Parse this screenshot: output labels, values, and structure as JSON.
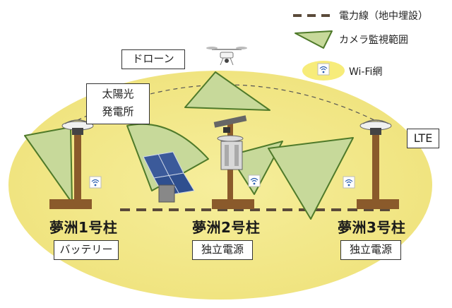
{
  "legend": {
    "power_line": "電力線（地中埋設）",
    "camera_range": "カメラ監視範囲",
    "wifi": "Wi-Fi網"
  },
  "labels": {
    "drone": "ドローン",
    "solar_line1": "太陽光",
    "solar_line2": "発電所",
    "lte": "LTE"
  },
  "poles": [
    {
      "name": "夢洲1号柱",
      "power": "バッテリー"
    },
    {
      "name": "夢洲2号柱",
      "power": "独立電源"
    },
    {
      "name": "夢洲3号柱",
      "power": "独立電源"
    }
  ],
  "colors": {
    "ground": "#f2e88a",
    "camera_fill": "#c7d99a",
    "camera_stroke": "#4f7a2a",
    "pole": "#8a5a2b",
    "cable": "#5a4a3a",
    "wifi_bubble": "#f7ec7a"
  },
  "icons": [
    "wifi-icon",
    "drone-icon",
    "solar-panel-icon",
    "pole-icon",
    "camera-icon"
  ]
}
